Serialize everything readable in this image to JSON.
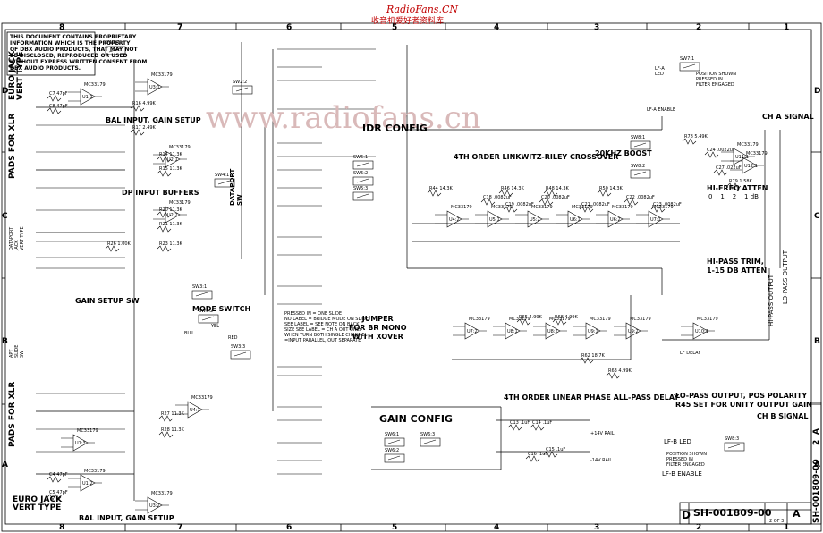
{
  "watermark_top": {
    "line1": "RadioFans.CN",
    "line2": "收音机爱好者资料库"
  },
  "watermark_center": "www.radiofans.cn",
  "border": {
    "top_cols": [
      "8",
      "7",
      "6",
      "5",
      "4",
      "3",
      "2",
      "1"
    ],
    "bottom_cols": [
      "8",
      "7",
      "6",
      "5",
      "4",
      "3",
      "2",
      "1"
    ],
    "left_rows": [
      "D",
      "C",
      "B",
      "A"
    ],
    "right_rows": [
      "D",
      "C",
      "B",
      "A"
    ]
  },
  "proprietary_note": [
    "THIS DOCUMENT CONTAINS PROPRIETARY",
    "INFORMATION WHICH IS THE PROPERTY",
    "OF DBX AUDIO PRODUCTS, THAT MAY NOT",
    "BE DISCLOSED, REPRODUCED OR USED",
    "WITHOUT EXPRESS WRITTEN CONSENT FROM",
    "DBX AUDIO PRODUCTS."
  ],
  "labels": {
    "euro_jack_top": "EURO JACK\nVERT TYPE",
    "pads_for_xlr_top": "PADS FOR XLR",
    "euro_jack_bottom": "EURO JACK\nVERT TYPE",
    "pads_for_xlr_bottom": "PADS FOR XLR",
    "dataport_jack": "DATAPORT\nJACK\nVERT TYPE",
    "bal_input_gain_top": "BAL INPUT, GAIN SETUP",
    "bal_input_gain_bottom": "BAL INPUT, GAIN SETUP",
    "dp_input_buffers": "DP INPUT BUFFERS",
    "dataport_sw": "DATAPORT\nSW",
    "gain_setup_sw": "GAIN SETUP SW",
    "mode_switch": "MODE SWITCH",
    "idr_config": "IDR CONFIG",
    "jumper_note": "JUMPER\nFOR BR MONO\nWITH XOVER",
    "gain_config": "GAIN CONFIG",
    "lr_crossover": "4TH ORDER LINKWITZ-RILEY CROSSOVER",
    "boost_20khz": "20KHZ BOOST",
    "hi_freq_atten": "HI-FREQ ATTEN",
    "atten_steps": "0    1    2    1 dB",
    "hi_pass_trim": "HI-PASS TRIM,\n1-15 DB ATTEN",
    "all_pass_delay": "4TH ORDER LINEAR PHASE ALL-PASS DELAY",
    "lo_pass_output": "LO-PASS OUTPUT, POS POLARITY\nR45 SET FOR UNITY OUTPUT GAIN",
    "ch_a_signal": "CH A SIGNAL",
    "ch_b_signal": "CH B SIGNAL",
    "hi_pass_output": "HI-PASS OUTPUT",
    "lo_pass_output_vert": "LO-PASS OUTPUT",
    "lf_a_led": "LF-A\nLED",
    "lf_a_enable": "LF-A ENABLE",
    "lf_b_led": "LF-B LED",
    "lf_b_enable": "LF-B ENABLE",
    "position_shown_top": "POSITION SHOWN\nPRESSED IN\nFILTER ENGAGED",
    "position_shown_bottom": "POSITION SHOWN\nPRESSED IN\nFILTER ENGAGED",
    "rail_plus": "+14V RAIL",
    "rail_minus": "-14V RAIL",
    "lf_delay": "LF DELAY",
    "apt_slide_sw": "APT\nSLIDE\nSW",
    "blue": "BLU",
    "yel": "YEL",
    "red": "RED"
  },
  "mode_notes": [
    "PRESSED IN = ONE SLIDE",
    "NO LABEL = BRIDGE MODE ON SLIDE",
    "SEE LABEL = SEE NOTE ON BACK",
    "SIZE SEE LABEL = CH A OUT ONLY",
    "WHEN TURN BOTH SINGLE CHANNEL",
    "=INPUT PARALLEL, OUT SEPARATE"
  ],
  "title_block": {
    "sheet_code": "D",
    "drawing_number": "SH-001809-00",
    "revision": "A",
    "sheet": "2 OF 3",
    "side_label": "SH-001809-00",
    "side_rev": "A",
    "side_sheet": "2"
  },
  "opamps": [
    "U1:1",
    "U1:2",
    "U1:3",
    "U2:1",
    "U2:2",
    "U3:1",
    "U3:2",
    "U4:1",
    "U4:2",
    "U5:1",
    "U5:2",
    "U6:1",
    "U6:2",
    "U7:1",
    "U7:2",
    "U8:1",
    "U8:2",
    "U9:1",
    "U9:2",
    "U10:1",
    "U11:1",
    "U12:1"
  ],
  "opamp_type": "MC33179",
  "switches": [
    "SW2:1",
    "SW2:2",
    "SW3:1",
    "SW3:2",
    "SW3:3",
    "SW4:1",
    "SW5:1",
    "SW5:2",
    "SW5:3",
    "SW6:1",
    "SW6:2",
    "SW6:3",
    "SW7:1",
    "SW8:1",
    "SW8:2",
    "SW8:3"
  ],
  "components": [
    "R14 11.3K",
    "R15 11.3K",
    "R16 4.99K",
    "R17 2.49K",
    "R20 11.3K",
    "R21 11.3K",
    "R23 11.3K",
    "R26 1.00K",
    "R27 11.3K",
    "R28 11.3K",
    "C7 47pF",
    "C8 47pF",
    "C4 47pF",
    "C5 47pF",
    "R44 14.3K",
    "R46 14.3K",
    "R48 14.3K",
    "R50 14.3K",
    "C18 .0082uF",
    "C19 .0082uF",
    "C20 .0082uF",
    "C21 .0082uF",
    "C22 .0082uF",
    "C23 .0082uF",
    "R62 18.7K",
    "R63 4.99K",
    "R65 4.99K",
    "R68 4.99K",
    "C13 .1uF",
    "C14 .1uF",
    "C15 .1uF",
    "C16 .1uF",
    "R78 5.49K",
    "R79 1.58K",
    "C24 .0022uF",
    "C27 .022uF"
  ]
}
